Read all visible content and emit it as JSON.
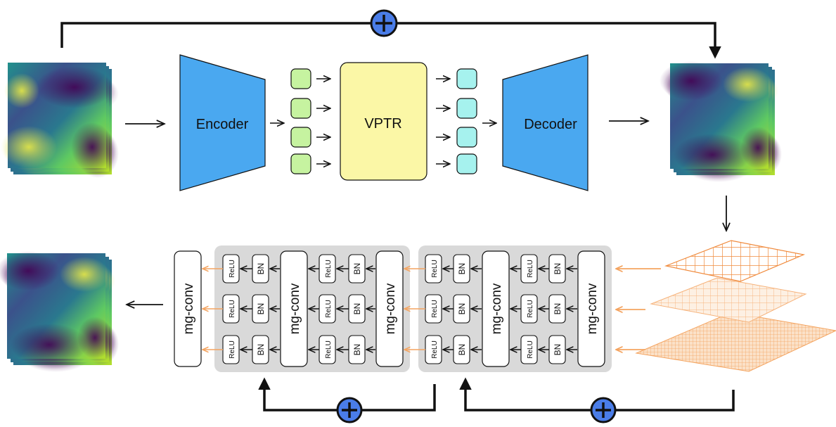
{
  "labels": {
    "encoder": "Encoder",
    "vptr": "VPTR",
    "decoder": "Decoder",
    "mg_conv": "mg-conv",
    "relu": "ReLU",
    "bn": "BN"
  },
  "colors": {
    "encoder_fill": "#4aa8f0",
    "decoder_fill": "#4aa8f0",
    "vptr_fill": "#fbf7a6",
    "token_in_fill": "#c6f3a0",
    "token_out_fill": "#a6f2ee",
    "skip_circle_fill": "#4a7de8",
    "grid_orange": "#f4a460",
    "block_group_fill": "#d9d9d9",
    "line_black": "#111111"
  },
  "icons": {
    "skip_add": "plus-in-circle-icon",
    "heatmap": "viridis-field-image"
  }
}
